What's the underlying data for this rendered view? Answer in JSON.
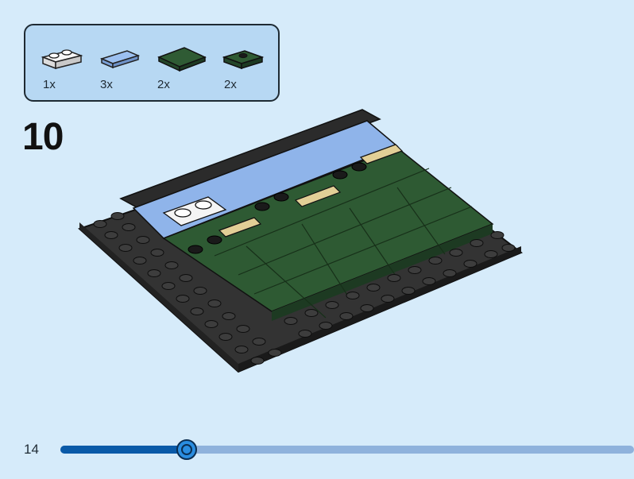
{
  "parts": [
    {
      "qty": "1x",
      "icon": "white-plate-1x2-icon",
      "color": "#f4f4f4"
    },
    {
      "qty": "3x",
      "icon": "light-blue-tile-icon",
      "color": "#8fb4ea"
    },
    {
      "qty": "2x",
      "icon": "dark-green-tile-icon",
      "color": "#2e5a33"
    },
    {
      "qty": "2x",
      "icon": "dark-green-jumper-plate-icon",
      "color": "#2e5a33"
    }
  ],
  "step": {
    "number": "10"
  },
  "footer": {
    "page_number": "14",
    "progress_fraction": 0.22
  }
}
